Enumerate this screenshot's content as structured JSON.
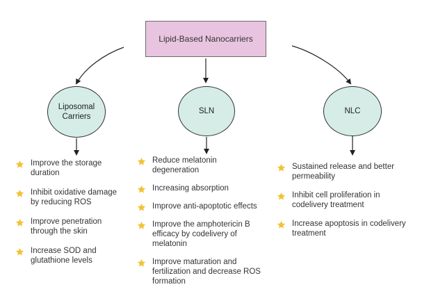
{
  "root": {
    "label": "Lipid-Based Nanocarriers"
  },
  "nodes": [
    {
      "key": "liposomal",
      "label": "Liposomal Carriers"
    },
    {
      "key": "sln",
      "label": "SLN"
    },
    {
      "key": "nlc",
      "label": "NLC"
    }
  ],
  "lists": {
    "liposomal": [
      "Improve the storage duration",
      "Inhibit oxidative damage by reducing ROS",
      "Improve penetration through the skin",
      "Increase SOD and glutathione levels"
    ],
    "sln": [
      "Reduce melatonin degeneration",
      "Increasing absorption",
      "Improve anti-apoptotic effects",
      "Improve the amphotericin B efficacy by codelivery of melatonin",
      "Improve maturation and fertilization and decrease ROS formation"
    ],
    "nlc": [
      "Sustained release and better permeability",
      "Inhibit cell proliferation in codelivery treatment",
      "Increase apoptosis in codelivery treatment"
    ]
  },
  "colors": {
    "root_fill": "#e8c4e0",
    "node_fill": "#d5ede6",
    "star": "#f2c233",
    "arrow": "#222222"
  },
  "icons": {
    "bullet": "star-icon"
  }
}
